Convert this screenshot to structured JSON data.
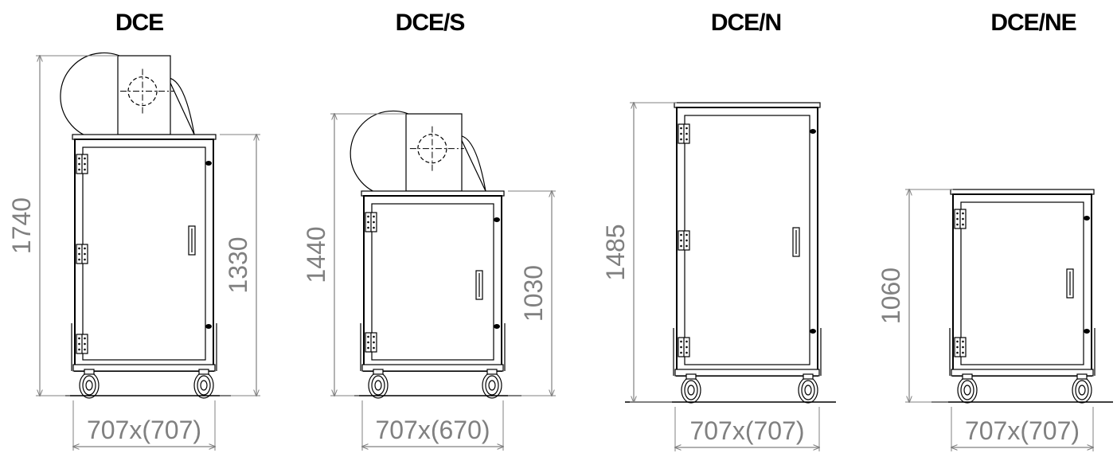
{
  "units": [
    {
      "title": "DCE",
      "total_height": "1740",
      "cabinet_height": "1330",
      "footprint": "707x(707)",
      "has_fan": true
    },
    {
      "title": "DCE/S",
      "total_height": "1440",
      "cabinet_height": "1030",
      "footprint": "707x(670)",
      "has_fan": true
    },
    {
      "title": "DCE/N",
      "total_height": "1485",
      "cabinet_height": "",
      "footprint": "707x(707)",
      "has_fan": false
    },
    {
      "title": "DCE/NE",
      "total_height": "1060",
      "cabinet_height": "",
      "footprint": "707x(707)",
      "has_fan": false
    }
  ],
  "colors": {
    "outline": "#000000",
    "dimension": "#808080",
    "background": "#ffffff"
  }
}
